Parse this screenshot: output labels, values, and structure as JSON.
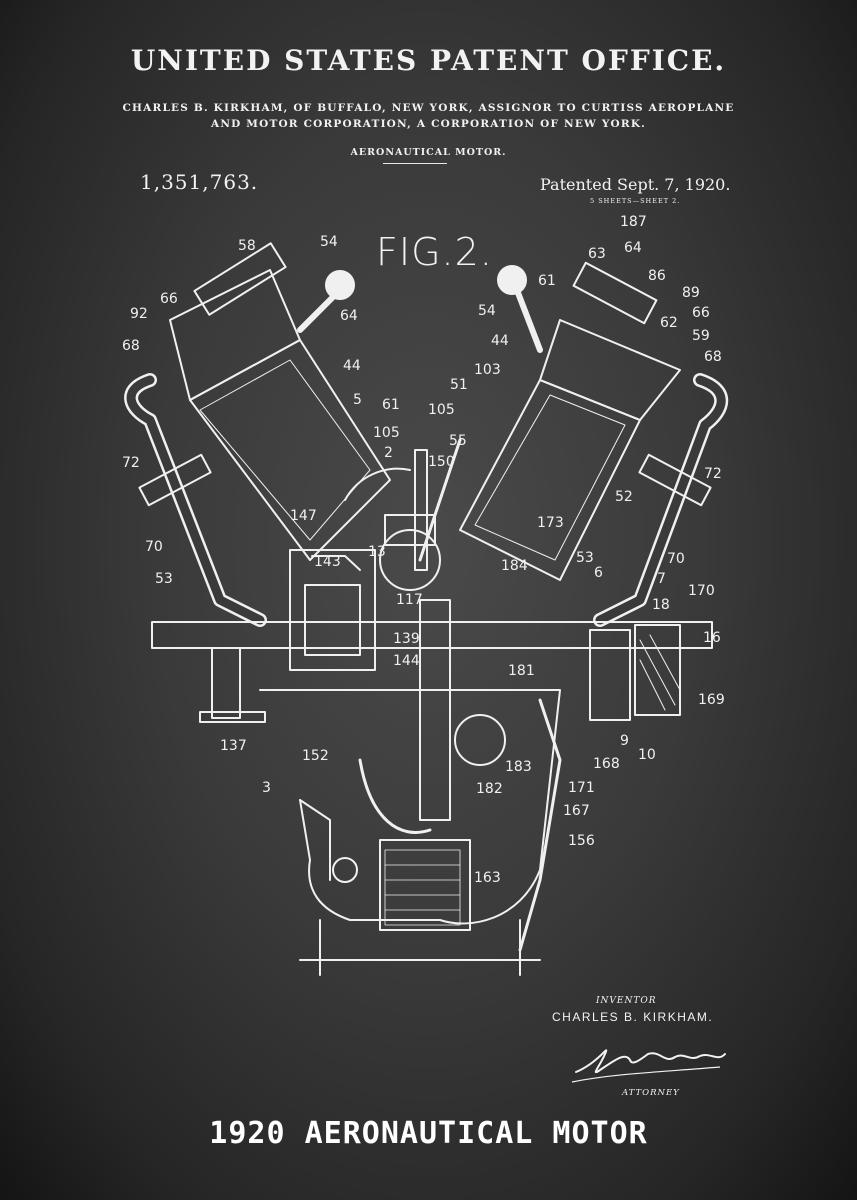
{
  "header": {
    "office_title": "UNITED STATES PATENT OFFICE.",
    "assignment_line1": "CHARLES B. KIRKHAM, OF BUFFALO, NEW YORK, ASSIGNOR TO CURTISS AEROPLANE",
    "assignment_line2": "AND MOTOR CORPORATION, A CORPORATION OF NEW YORK.",
    "invention_title": "AERONAUTICAL MOTOR.",
    "patent_number": "1,351,763.",
    "patented_date": "Patented Sept. 7, 1920.",
    "sheets": "5 SHEETS—SHEET 2."
  },
  "figure": {
    "label": "FIG.2.",
    "reference_numerals": [
      "58",
      "54",
      "66",
      "92",
      "68",
      "44",
      "64",
      "5",
      "61",
      "105",
      "2",
      "150",
      "147",
      "143",
      "13",
      "72",
      "70",
      "53",
      "117",
      "139",
      "144",
      "137",
      "152",
      "3",
      "163",
      "103",
      "51",
      "105",
      "55",
      "52",
      "173",
      "6",
      "7",
      "170",
      "18",
      "16",
      "169",
      "181",
      "168",
      "10",
      "9",
      "183",
      "182",
      "171",
      "167",
      "156",
      "187",
      "63",
      "64",
      "86",
      "89",
      "62",
      "59",
      "66",
      "68",
      "61",
      "54",
      "44",
      "72",
      "70",
      "184",
      "53"
    ]
  },
  "footer": {
    "inventor_role": "INVENTOR",
    "inventor_name": "CHARLES B. KIRKHAM.",
    "attorney_role": "ATTORNEY"
  },
  "caption": "1920 AERONAUTICAL MOTOR",
  "colors": {
    "background": "#3a3a3a",
    "ink": "#f2f2f2"
  }
}
